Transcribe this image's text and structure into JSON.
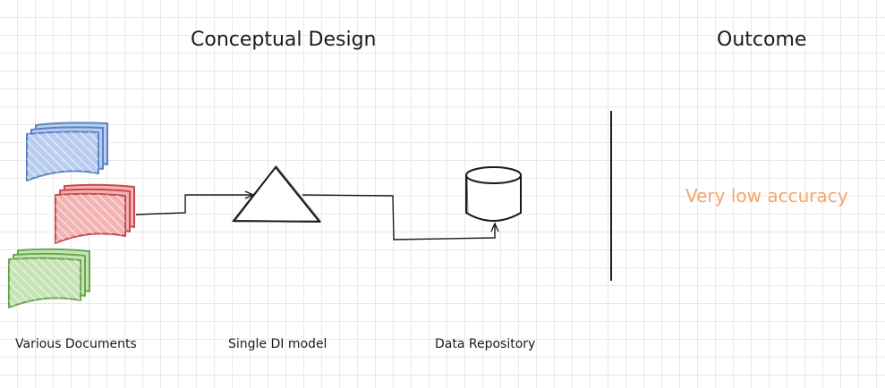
{
  "titles": {
    "conceptual": "Conceptual Design",
    "outcome": "Outcome"
  },
  "labels": {
    "documents": "Various Documents",
    "model": "Single DI model",
    "repository": "Data Repository"
  },
  "outcome": {
    "text": "Very low accuracy",
    "color": "#f5a66a"
  },
  "colors": {
    "doc_blue_stroke": "#5b82c4",
    "doc_blue_fill": "#b9cdf0",
    "doc_red_stroke": "#c94a4a",
    "doc_red_fill": "#f2b3b3",
    "doc_green_stroke": "#6aa84f",
    "doc_green_fill": "#c6e4b6",
    "ink": "#1a1a1a"
  }
}
